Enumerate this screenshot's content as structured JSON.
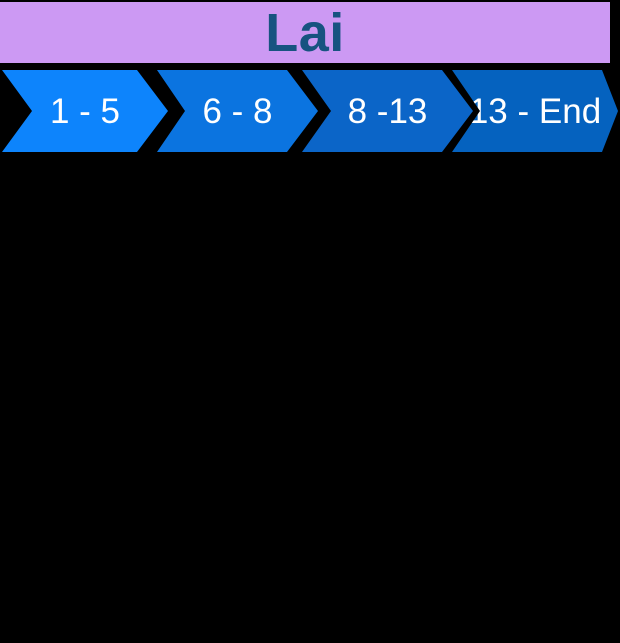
{
  "page": {
    "background_color": "#000000"
  },
  "header": {
    "title": "Lai",
    "background_color": "#CC99F3",
    "text_color": "#175380"
  },
  "process_flow": {
    "label_color": "#FFFFFF",
    "steps": [
      {
        "label": "1 - 5",
        "color": "#0D84FC"
      },
      {
        "label": "6 - 8",
        "color": "#0B74E0"
      },
      {
        "label": "8 -13",
        "color": "#0B65C8"
      },
      {
        "label": "13 - End",
        "color": "#0562BF"
      }
    ]
  }
}
